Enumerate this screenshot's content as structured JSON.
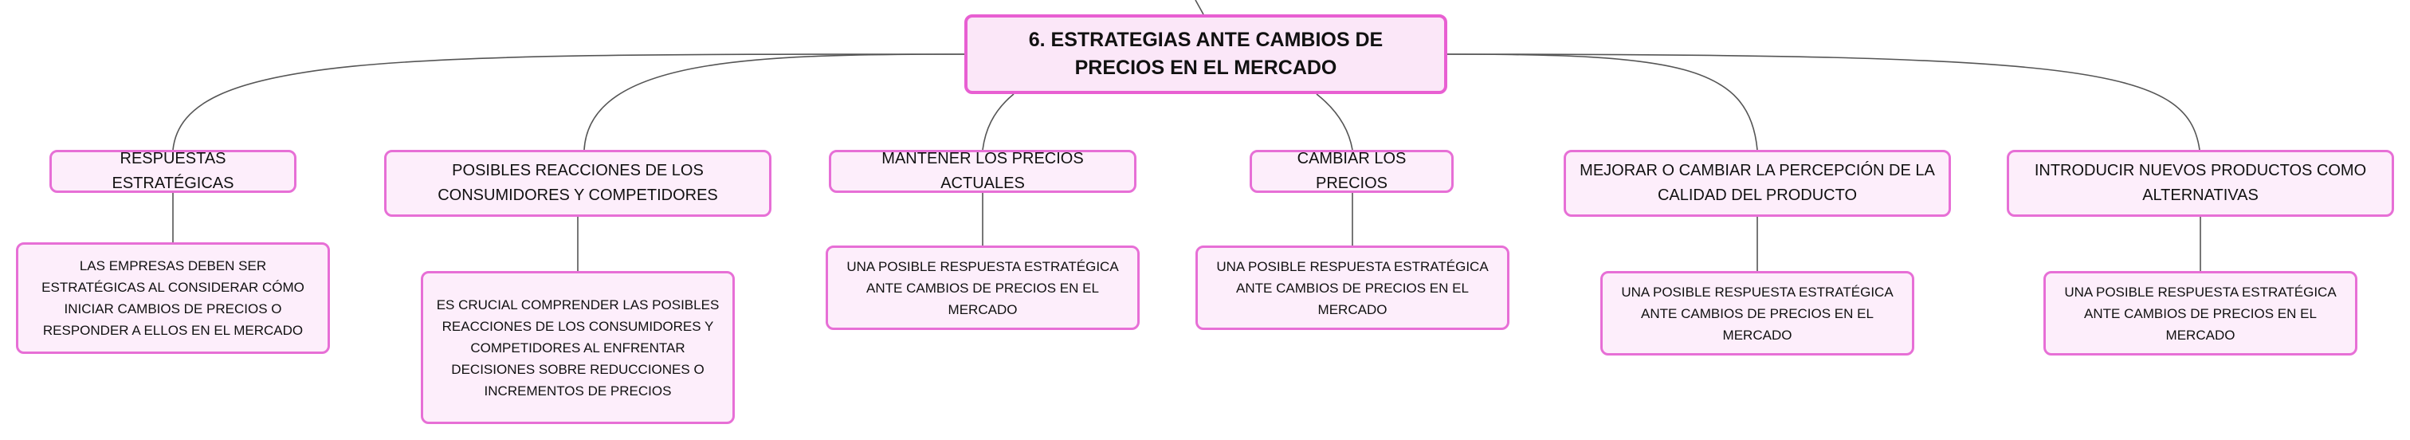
{
  "root": {
    "title": "6. ESTRATEGIAS ANTE CAMBIOS DE PRECIOS EN EL MERCADO"
  },
  "branches": [
    {
      "topic": "RESPUESTAS ESTRATÉGICAS",
      "detail": "LAS EMPRESAS DEBEN SER ESTRATÉGICAS AL CONSIDERAR CÓMO INICIAR CAMBIOS DE PRECIOS O RESPONDER A ELLOS EN EL MERCADO"
    },
    {
      "topic": "POSIBLES REACCIONES DE LOS CONSUMIDORES Y COMPETIDORES",
      "detail": "ES CRUCIAL COMPRENDER LAS POSIBLES REACCIONES DE LOS CONSUMIDORES Y COMPETIDORES AL ENFRENTAR DECISIONES SOBRE REDUCCIONES O INCREMENTOS DE PRECIOS"
    },
    {
      "topic": "MANTENER LOS PRECIOS ACTUALES",
      "detail": "UNA POSIBLE RESPUESTA ESTRATÉGICA ANTE CAMBIOS DE PRECIOS EN EL MERCADO"
    },
    {
      "topic": "CAMBIAR LOS PRECIOS",
      "detail": "UNA POSIBLE RESPUESTA ESTRATÉGICA ANTE CAMBIOS DE PRECIOS EN EL MERCADO"
    },
    {
      "topic": "MEJORAR O CAMBIAR LA PERCEPCIÓN DE LA CALIDAD DEL PRODUCTO",
      "detail": "UNA POSIBLE RESPUESTA ESTRATÉGICA ANTE CAMBIOS DE PRECIOS EN EL MERCADO"
    },
    {
      "topic": "INTRODUCIR NUEVOS PRODUCTOS COMO ALTERNATIVAS",
      "detail": "UNA POSIBLE RESPUESTA ESTRATÉGICA ANTE CAMBIOS DE PRECIOS EN EL MERCADO"
    }
  ],
  "colors": {
    "border": "#e76fd6",
    "fill": "#fdeefb",
    "line": "#555555"
  }
}
